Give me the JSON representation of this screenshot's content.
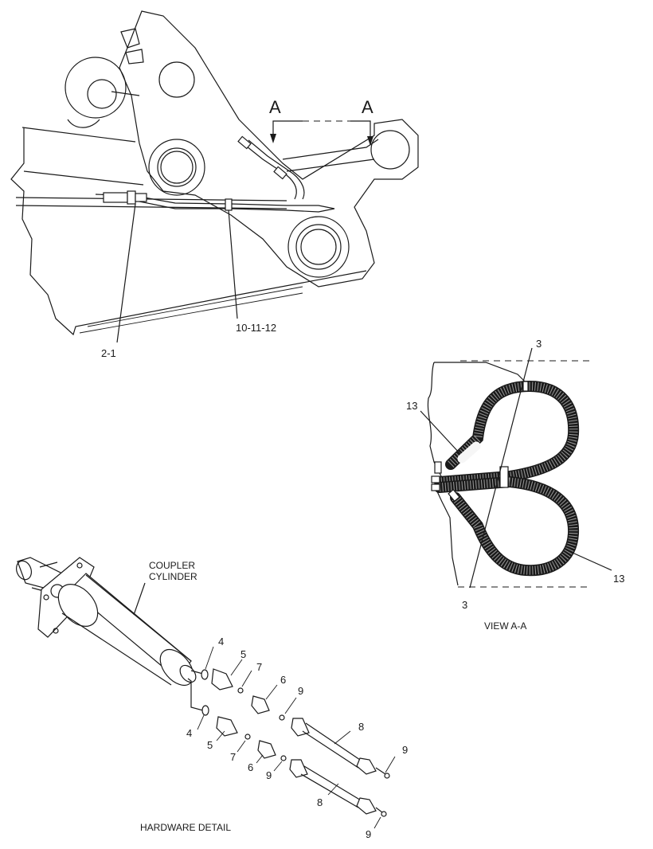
{
  "main_view": {
    "section_marker_left": "A",
    "section_marker_right": "A",
    "callout_fitting": "2-1",
    "callout_clip": "10-11-12"
  },
  "view_aa": {
    "caption": "VIEW A-A",
    "callout_top": "3",
    "callout_bottom": "3",
    "callout_hose_upper": "13",
    "callout_hose_lower": "13"
  },
  "hardware_detail": {
    "caption": "HARDWARE DETAIL",
    "cylinder_label_line1": "COUPLER",
    "cylinder_label_line2": "CYLINDER",
    "upper_row": {
      "c4": "4",
      "c5": "5",
      "c7": "7",
      "c6": "6",
      "c9a": "9",
      "c8": "8",
      "c9b": "9"
    },
    "lower_row": {
      "c4": "4",
      "c5": "5",
      "c7": "7",
      "c6": "6",
      "c9a": "9",
      "c8": "8",
      "c9b": "9"
    }
  }
}
